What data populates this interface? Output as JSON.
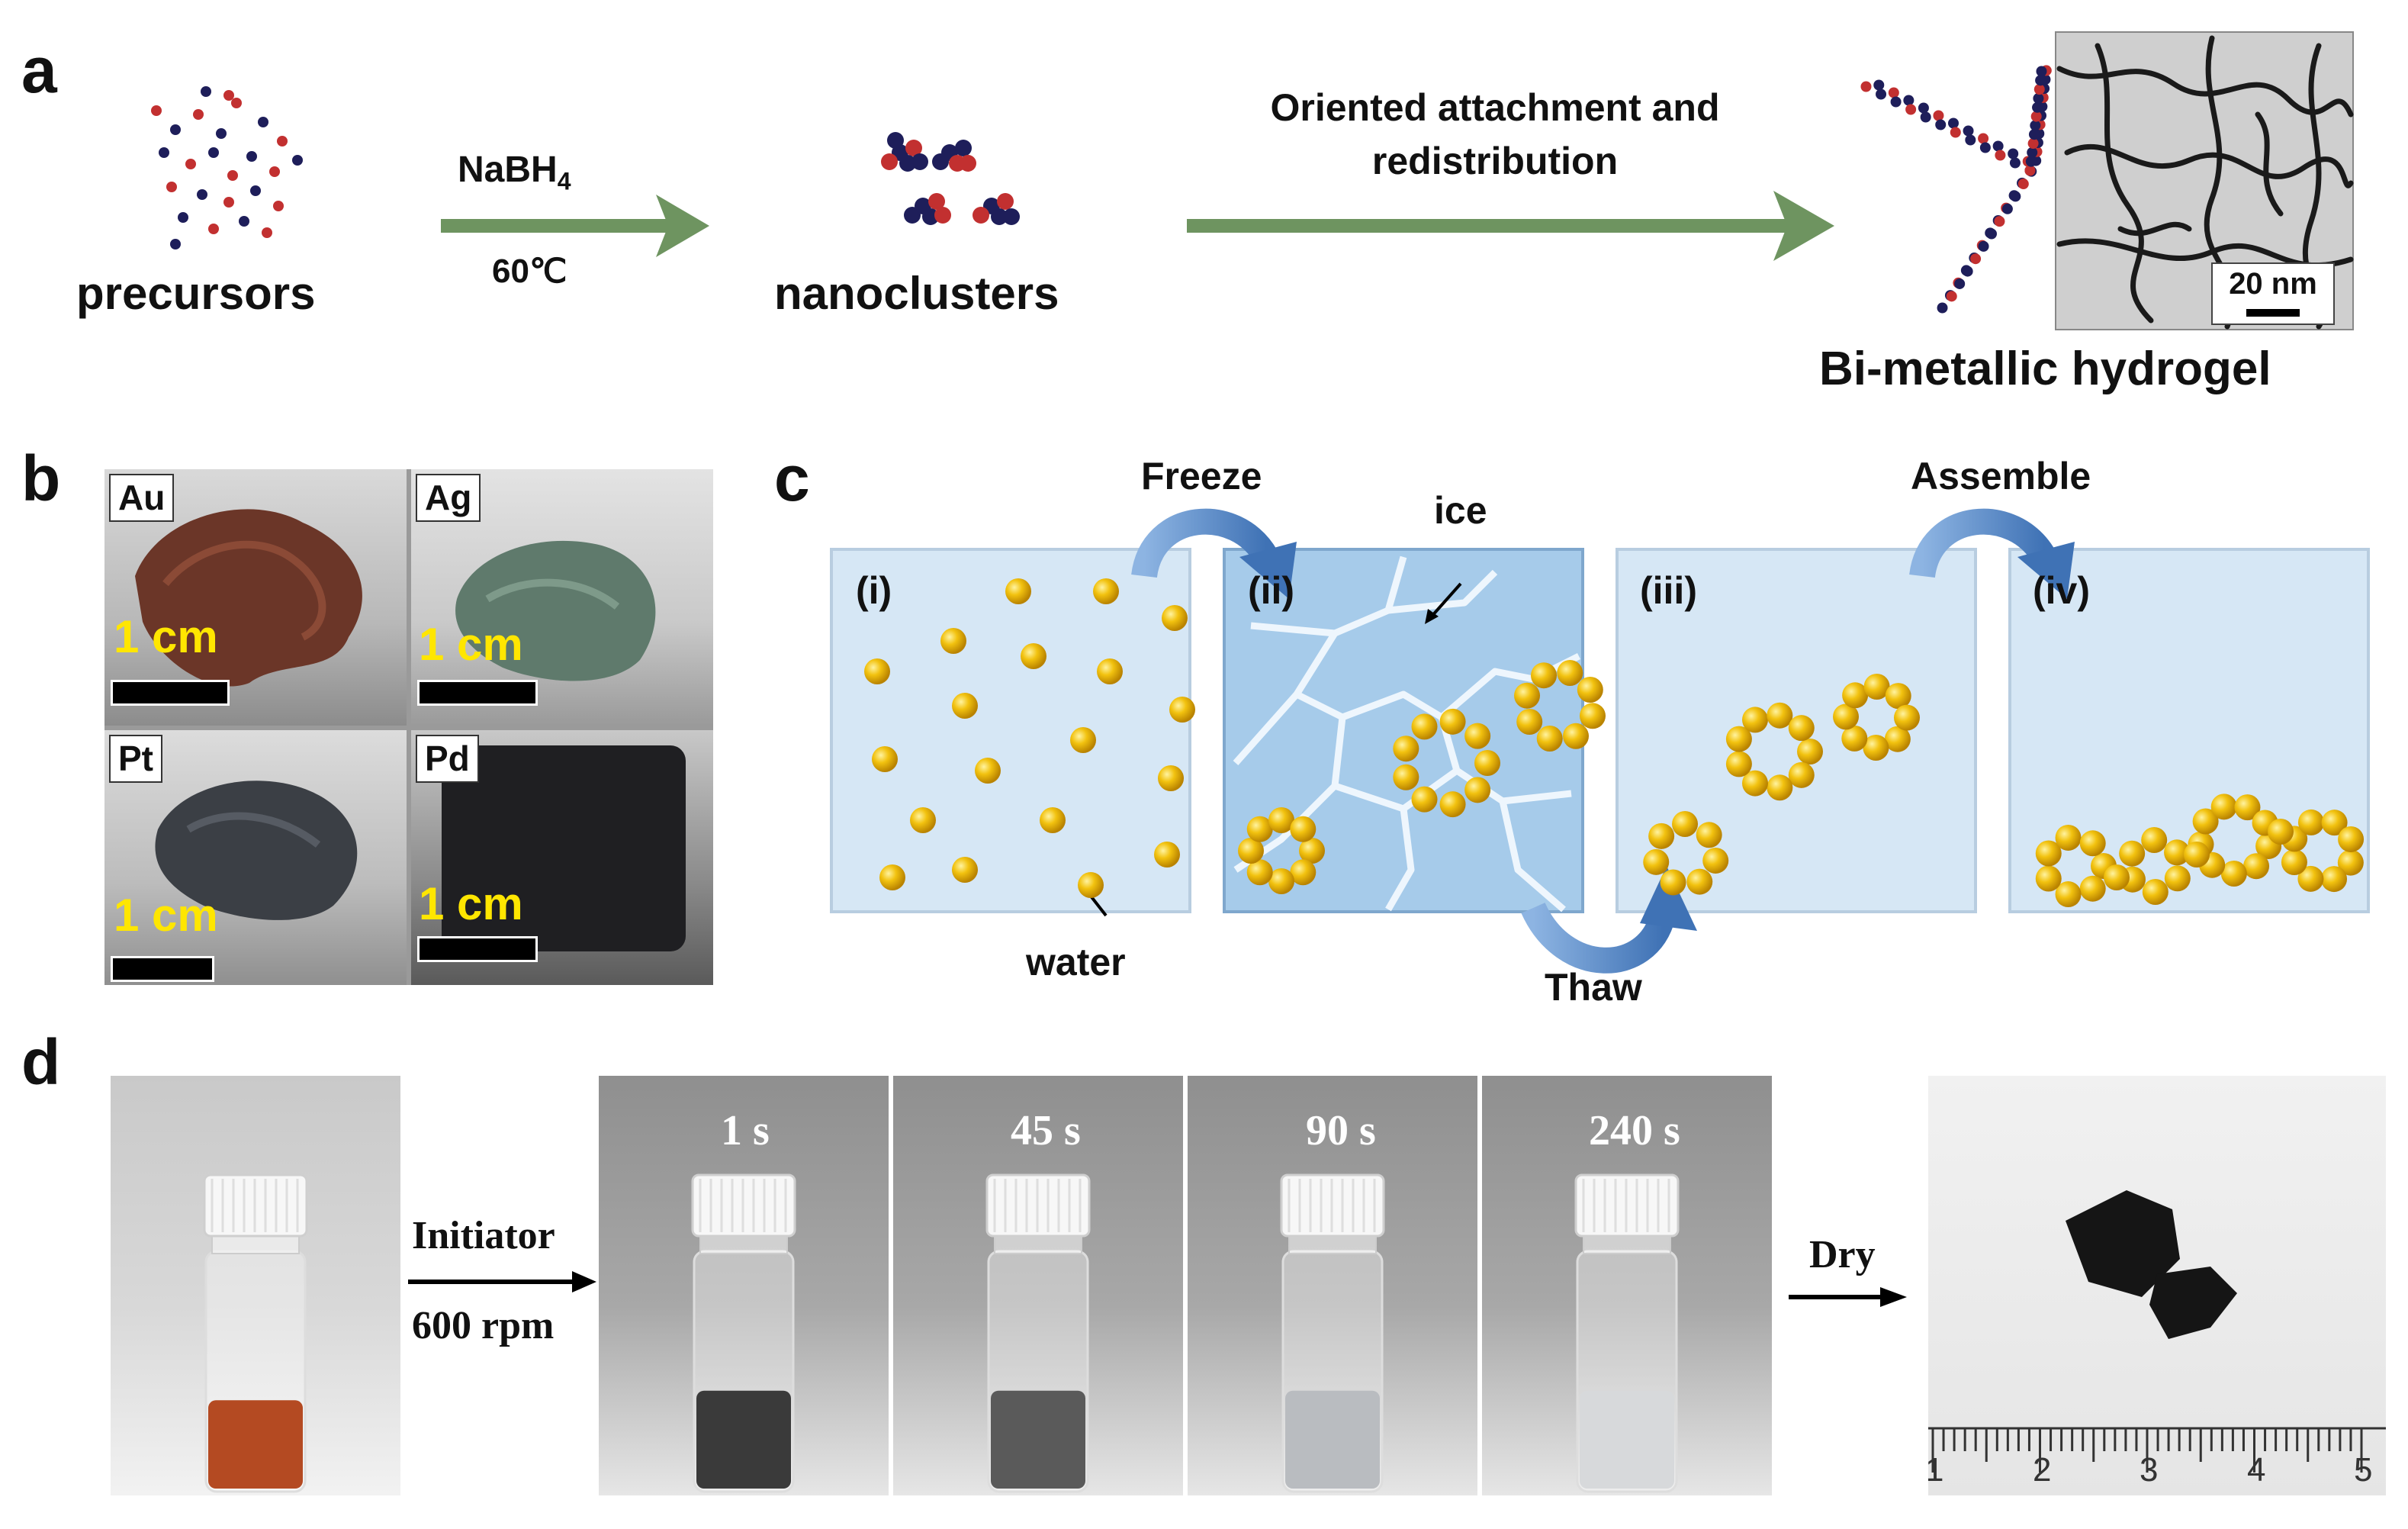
{
  "panels": {
    "a": "a",
    "b": "b",
    "c": "c",
    "d": "d"
  },
  "panel_a": {
    "precursors": "precursors",
    "reagent": "NaBH",
    "reagent_sub": "4",
    "temperature": "60℃",
    "nanoclusters": "nanoclusters",
    "step2_line1": "Oriented attachment and",
    "step2_line2": "redistribution",
    "product": "Bi-metallic hydrogel",
    "tem_scale": "20 nm"
  },
  "panel_b": {
    "tiles": [
      {
        "metal": "Au",
        "scale": "1 cm"
      },
      {
        "metal": "Ag",
        "scale": "1 cm"
      },
      {
        "metal": "Pt",
        "scale": "1 cm"
      },
      {
        "metal": "Pd",
        "scale": "1 cm"
      }
    ]
  },
  "panel_c": {
    "freeze": "Freeze",
    "ice": "ice",
    "assemble": "Assemble",
    "thaw": "Thaw",
    "water": "water",
    "steps": [
      "(i)",
      "(ii)",
      "(iii)",
      "(iv)"
    ]
  },
  "panel_d": {
    "initiator": "Initiator",
    "rpm": "600 rpm",
    "times": [
      "1 s",
      "45 s",
      "90 s",
      "240 s"
    ],
    "dry": "Dry",
    "ruler": [
      "1",
      "2",
      "3",
      "4",
      "5"
    ]
  },
  "colors": {
    "arrow_green": "#6e9460",
    "cell_fill": "#d6e7f5",
    "ice_fill": "#a6cbea",
    "gold": "#e8b400",
    "curved_arrow": "#5b8cc9",
    "scale_text": "#ffe600"
  },
  "icons": [
    "flow-arrow-icon",
    "curved-arrow-icon",
    "nanoparticle-icon"
  ]
}
